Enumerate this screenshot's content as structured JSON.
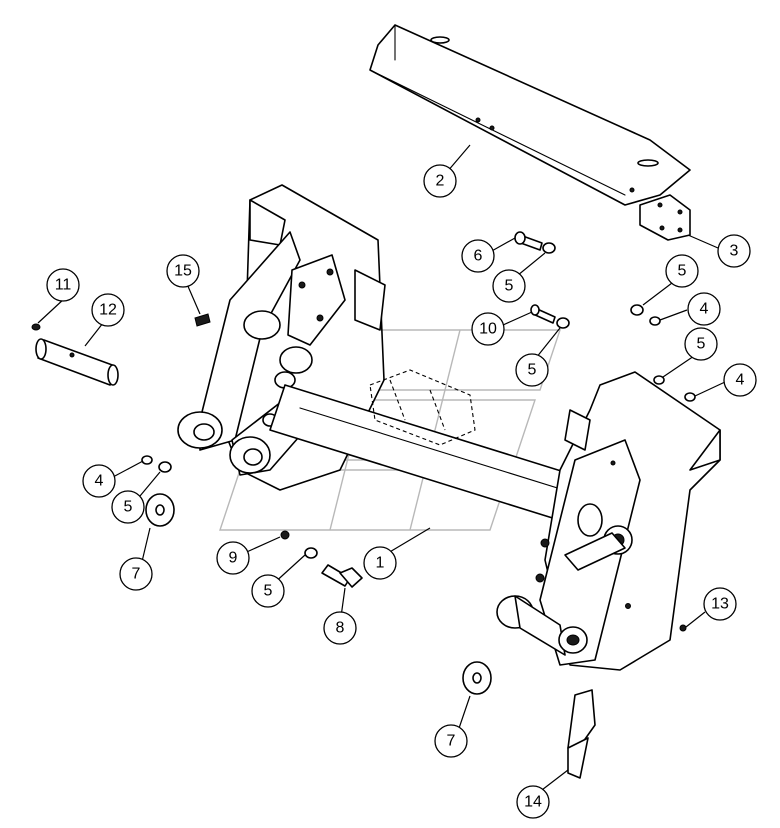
{
  "callouts": [
    {
      "id": "c1",
      "label": "1"
    },
    {
      "id": "c2",
      "label": "2"
    },
    {
      "id": "c3",
      "label": "3"
    },
    {
      "id": "c4a",
      "label": "4"
    },
    {
      "id": "c4b",
      "label": "4"
    },
    {
      "id": "c4c",
      "label": "4"
    },
    {
      "id": "c5a",
      "label": "5"
    },
    {
      "id": "c5b",
      "label": "5"
    },
    {
      "id": "c5c",
      "label": "5"
    },
    {
      "id": "c5d",
      "label": "5"
    },
    {
      "id": "c5e",
      "label": "5"
    },
    {
      "id": "c5f",
      "label": "5"
    },
    {
      "id": "c6",
      "label": "6"
    },
    {
      "id": "c7a",
      "label": "7"
    },
    {
      "id": "c7b",
      "label": "7"
    },
    {
      "id": "c8",
      "label": "8"
    },
    {
      "id": "c9",
      "label": "9"
    },
    {
      "id": "c10",
      "label": "10"
    },
    {
      "id": "c11",
      "label": "11"
    },
    {
      "id": "c12",
      "label": "12"
    },
    {
      "id": "c13",
      "label": "13"
    },
    {
      "id": "c14",
      "label": "14"
    },
    {
      "id": "c15",
      "label": "15"
    }
  ]
}
